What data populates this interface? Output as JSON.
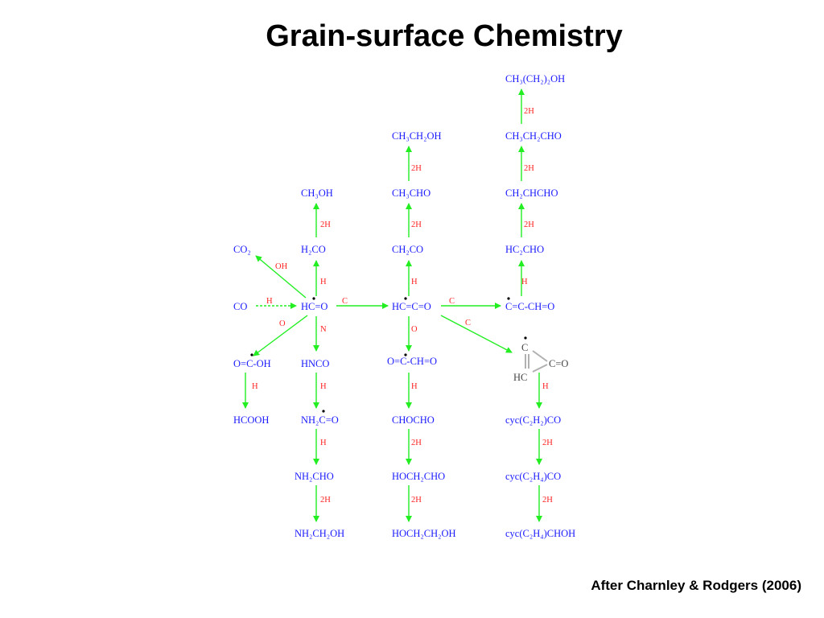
{
  "title": "Grain-surface Chemistry",
  "credit": "After Charnley & Rodgers (2006)",
  "colors": {
    "species": "#1a1aff",
    "label": "#ff2020",
    "arrow": "#22ee22",
    "radical_dot": "#000000",
    "ring_species": "#444444",
    "ring_bond": "#b0b0b0"
  },
  "species": {
    "co2": "CO₂",
    "co": "CO",
    "ocoh": "O=C-OH",
    "hcooh": "HCOOH",
    "ch3oh": "CH₃OH",
    "h2co": "H₂CO",
    "hco": "HC=O",
    "hnco": "HNCO",
    "nh2co": "NH₂C=O",
    "nh2cho": "NH₂CHO",
    "nh2ch2oh": "NH₂CH₂OH",
    "ch3ch2oh": "CH₃CH₂OH",
    "ch3cho": "CH₃CHO",
    "ch2co": "CH₂CO",
    "hcco": "HC=C=O",
    "occho": "O=C-CH=O",
    "chocho": "CHOCHO",
    "hoch2cho": "HOCH₂CHO",
    "hoch2ch2oh": "HOCH₂CH₂OH",
    "ch3ch2ch2oh": "CH₃(CH₂)₂OH",
    "ch3ch2cho": "CH₃CH₂CHO",
    "ch2chcho": "CH₂CHCHO",
    "hc2cho": "HC₂CHO",
    "ccch": "C=C-CH=O",
    "ring_c": "C",
    "ring_hc": "HC",
    "ring_co": "C=O",
    "cyc_c2h2_co": "cyc(C₂H₂)CO",
    "cyc_c2h4_co": "cyc(C₂H₄)CO",
    "cyc_c2h4_choh": "cyc(C₂H₄)CHOH"
  },
  "labels": {
    "co_to_hco": "H",
    "hco_to_co2": "OH",
    "hco_to_ocoh": "O",
    "ocoh_to_hcooh": "H",
    "hco_to_h2co": "H",
    "h2co_to_ch3oh": "2H",
    "hco_to_hnco": "N",
    "hnco_to_nh2co": "H",
    "nh2co_to_nh2cho": "H",
    "nh2cho_to_nh2ch2oh": "2H",
    "hco_to_hcco": "C",
    "hcco_to_ch2co": "H",
    "ch2co_to_ch3cho": "2H",
    "ch3cho_to_ch3ch2oh": "2H",
    "hcco_to_occho": "O",
    "occho_to_chocho": "H",
    "chocho_to_hoch2cho": "2H",
    "hoch2cho_to_hoch2ch2oh": "2H",
    "hcco_to_ccch": "C",
    "ccch_to_hc2cho": "H",
    "hc2cho_to_ch2chcho": "2H",
    "ch2chcho_to_ch3ch2cho": "2H",
    "ch3ch2cho_to_ch3ch2ch2oh": "2H",
    "hcco_to_ring": "C",
    "ring_to_cyc_c2h2_co": "H",
    "cyc_c2h2_co_to_cyc_c2h4_co": "2H",
    "cyc_c2h4_co_to_cyc_c2h4_choh": "2H"
  }
}
